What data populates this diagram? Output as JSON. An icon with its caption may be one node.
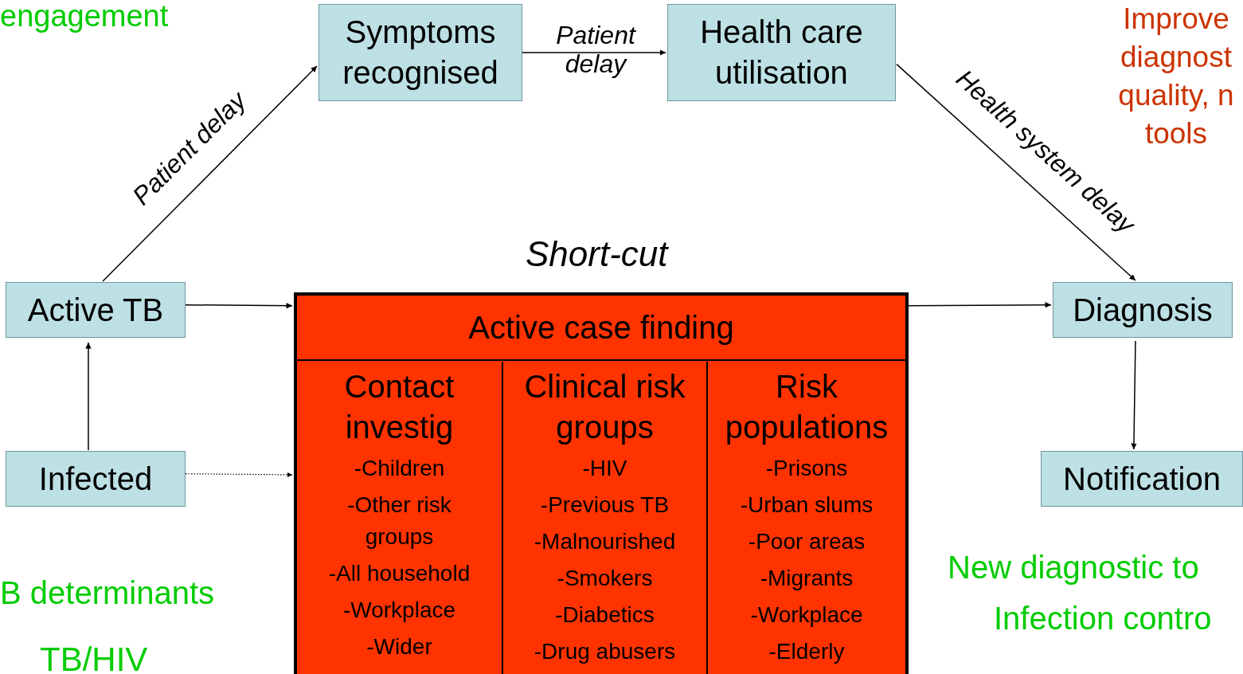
{
  "diagram": {
    "nodes": [
      {
        "text": [
          "Symptoms recognised"
        ]
      },
      {
        "text": [
          "Health care utilisation"
        ]
      },
      {
        "text": [
          "Active TB"
        ]
      },
      {
        "text": [
          "Diagnosis"
        ]
      },
      {
        "text": [
          "Infected"
        ]
      },
      {
        "text": [
          "Active case finding"
        ]
      },
      {
        "text": [
          "Contact investig",
          "-Children",
          "-Other risk groups",
          "-All household",
          "-Workplace",
          "-Wider"
        ],
        "in": 5
      },
      {
        "text": [
          "Clinical risk groups",
          "-HIV",
          "-Previous TB",
          "-Malnourished",
          "-Smokers",
          "-Diabetics",
          "-Drug abusers"
        ],
        "in": 5
      },
      {
        "text": [
          "Risk populations",
          "-Prisons",
          "-Urban slums",
          "-Poor areas",
          "-Migrants",
          "-Workplace",
          "-Elderly"
        ],
        "in": 5
      },
      {
        "text": [
          "Notification"
        ]
      }
    ],
    "edges": [
      {
        "from": 2,
        "to": 0,
        "arrow": "to",
        "label": "Patient delay"
      },
      {
        "from": 0,
        "to": 1,
        "arrow": "to",
        "label": "Patient delay"
      },
      {
        "from": 1,
        "to": 3,
        "arrow": "to",
        "label": "Health system delay"
      },
      {
        "from": 2,
        "to": 5,
        "arrow": "to"
      },
      {
        "from": 5,
        "to": 3,
        "arrow": "to"
      },
      {
        "from": 4,
        "to": 2,
        "arrow": "to"
      },
      {
        "from": 4,
        "to": 5,
        "arrow": "to",
        "style": "dashed"
      },
      {
        "from": 3,
        "to": 9,
        "arrow": "to"
      }
    ],
    "labels": [
      "engagement",
      "Improve diagnost quality, n tools",
      "Short-cut",
      "B determinants",
      "TB/HIV",
      "New diagnostic to",
      "Infection contro"
    ]
  }
}
